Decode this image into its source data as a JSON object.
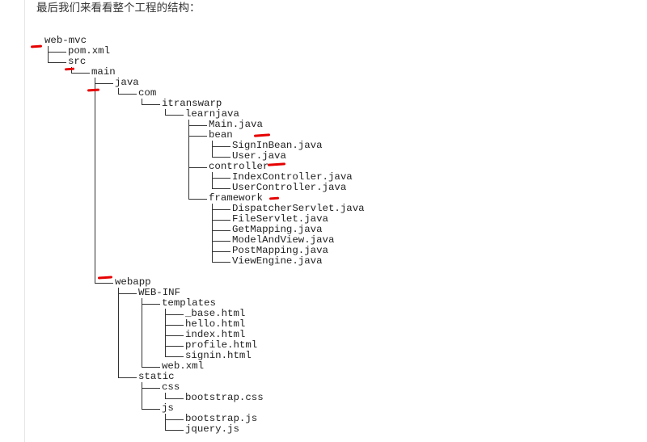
{
  "intro_text": "最后我们来看看整个工程的结构：",
  "tree": [
    {
      "name": "web-mvc",
      "depth": 0,
      "row": 0
    },
    {
      "name": "pom.xml",
      "depth": 1,
      "row": 1
    },
    {
      "name": "src",
      "depth": 1,
      "row": 2
    },
    {
      "name": "main",
      "depth": 2,
      "row": 3
    },
    {
      "name": "java",
      "depth": 3,
      "row": 4
    },
    {
      "name": "com",
      "depth": 4,
      "row": 5
    },
    {
      "name": "itranswarp",
      "depth": 5,
      "row": 6
    },
    {
      "name": "learnjava",
      "depth": 6,
      "row": 7
    },
    {
      "name": "Main.java",
      "depth": 7,
      "row": 8
    },
    {
      "name": "bean",
      "depth": 7,
      "row": 9
    },
    {
      "name": "SignInBean.java",
      "depth": 8,
      "row": 10
    },
    {
      "name": "User.java",
      "depth": 8,
      "row": 11
    },
    {
      "name": "controller",
      "depth": 7,
      "row": 12
    },
    {
      "name": "IndexController.java",
      "depth": 8,
      "row": 13
    },
    {
      "name": "UserController.java",
      "depth": 8,
      "row": 14
    },
    {
      "name": "framework",
      "depth": 7,
      "row": 15
    },
    {
      "name": "DispatcherServlet.java",
      "depth": 8,
      "row": 16
    },
    {
      "name": "FileServlet.java",
      "depth": 8,
      "row": 17
    },
    {
      "name": "GetMapping.java",
      "depth": 8,
      "row": 18
    },
    {
      "name": "ModelAndView.java",
      "depth": 8,
      "row": 19
    },
    {
      "name": "PostMapping.java",
      "depth": 8,
      "row": 20
    },
    {
      "name": "ViewEngine.java",
      "depth": 8,
      "row": 21
    },
    {
      "name": "webapp",
      "depth": 3,
      "row": 23
    },
    {
      "name": "WEB-INF",
      "depth": 4,
      "row": 24
    },
    {
      "name": "templates",
      "depth": 5,
      "row": 25
    },
    {
      "name": "_base.html",
      "depth": 6,
      "row": 26
    },
    {
      "name": "hello.html",
      "depth": 6,
      "row": 27
    },
    {
      "name": "index.html",
      "depth": 6,
      "row": 28
    },
    {
      "name": "profile.html",
      "depth": 6,
      "row": 29
    },
    {
      "name": "signin.html",
      "depth": 6,
      "row": 30
    },
    {
      "name": "web.xml",
      "depth": 5,
      "row": 31
    },
    {
      "name": "static",
      "depth": 4,
      "row": 32
    },
    {
      "name": "css",
      "depth": 5,
      "row": 33
    },
    {
      "name": "bootstrap.css",
      "depth": 6,
      "row": 34
    },
    {
      "name": "js",
      "depth": 5,
      "row": 35
    },
    {
      "name": "bootstrap.js",
      "depth": 6,
      "row": 36
    },
    {
      "name": "jquery.js",
      "depth": 6,
      "row": 37
    }
  ],
  "highlight_color": "#e60000"
}
